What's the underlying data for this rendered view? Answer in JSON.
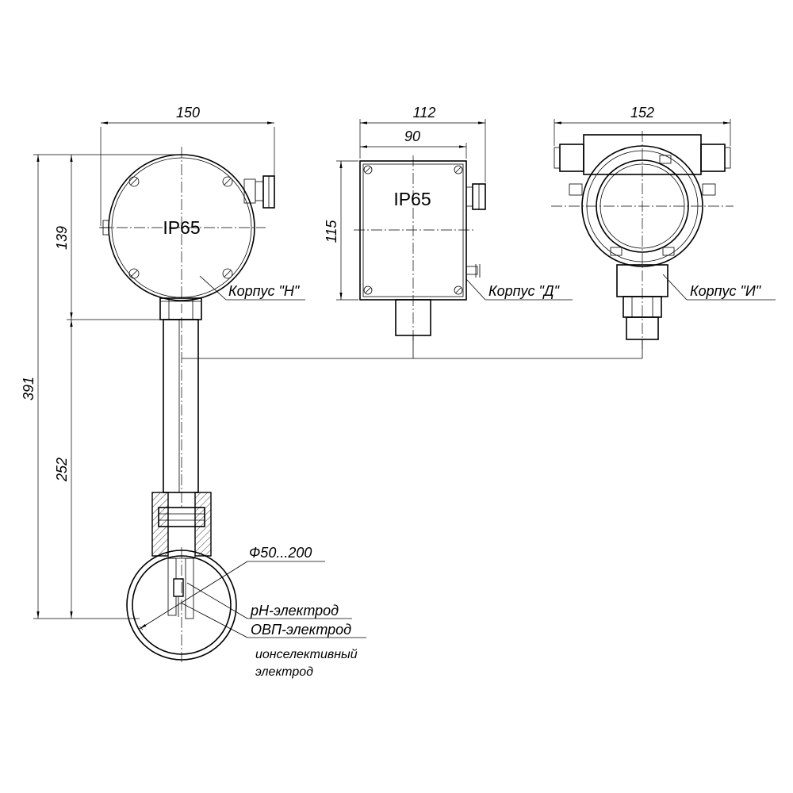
{
  "dimensions": {
    "width_h": "150",
    "width_d_outer": "112",
    "width_d_inner": "90",
    "width_i": "152",
    "height_total": "391",
    "height_housing": "139",
    "height_stem": "252",
    "height_box": "115",
    "pipe_diameter": "Ф50...200"
  },
  "housings": {
    "h": {
      "ip": "IP65",
      "label": "Корпус \"Н\""
    },
    "d": {
      "ip": "IP65",
      "label": "Корпус \"Д\""
    },
    "i": {
      "label": "Корпус \"И\""
    }
  },
  "electrodes": {
    "ph": "pH-электрод",
    "orp": "ОВП-электрод",
    "ion_line1": "ионселективный",
    "ion_line2": "электрод"
  }
}
